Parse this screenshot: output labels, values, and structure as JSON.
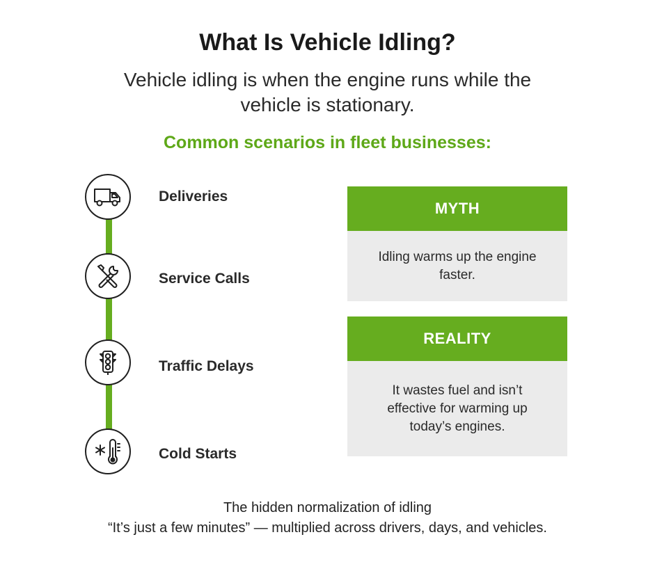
{
  "title": "What Is Vehicle Idling?",
  "subtitle": "Vehicle idling is when the engine runs while the vehicle is stationary.",
  "section_heading": "Common scenarios in fleet businesses:",
  "scenarios": [
    {
      "label": "Deliveries",
      "icon": "truck-icon"
    },
    {
      "label": "Service Calls",
      "icon": "wrench-screwdriver-icon"
    },
    {
      "label": "Traffic Delays",
      "icon": "traffic-light-icon"
    },
    {
      "label": "Cold Starts",
      "icon": "snowflake-thermometer-icon"
    }
  ],
  "myth": {
    "heading": "MYTH",
    "text": "Idling warms up the engine faster."
  },
  "reality": {
    "heading": "REALITY",
    "text": "It wastes fuel and isn’t effective for warming up today’s engines."
  },
  "footer": {
    "line1": "The hidden normalization of idling",
    "line2": "“It’s just a few minutes” — multiplied across drivers, days, and vehicles."
  },
  "colors": {
    "accent": "#66ad1f",
    "heading_green": "#5ea818",
    "card_body": "#ebebeb"
  }
}
